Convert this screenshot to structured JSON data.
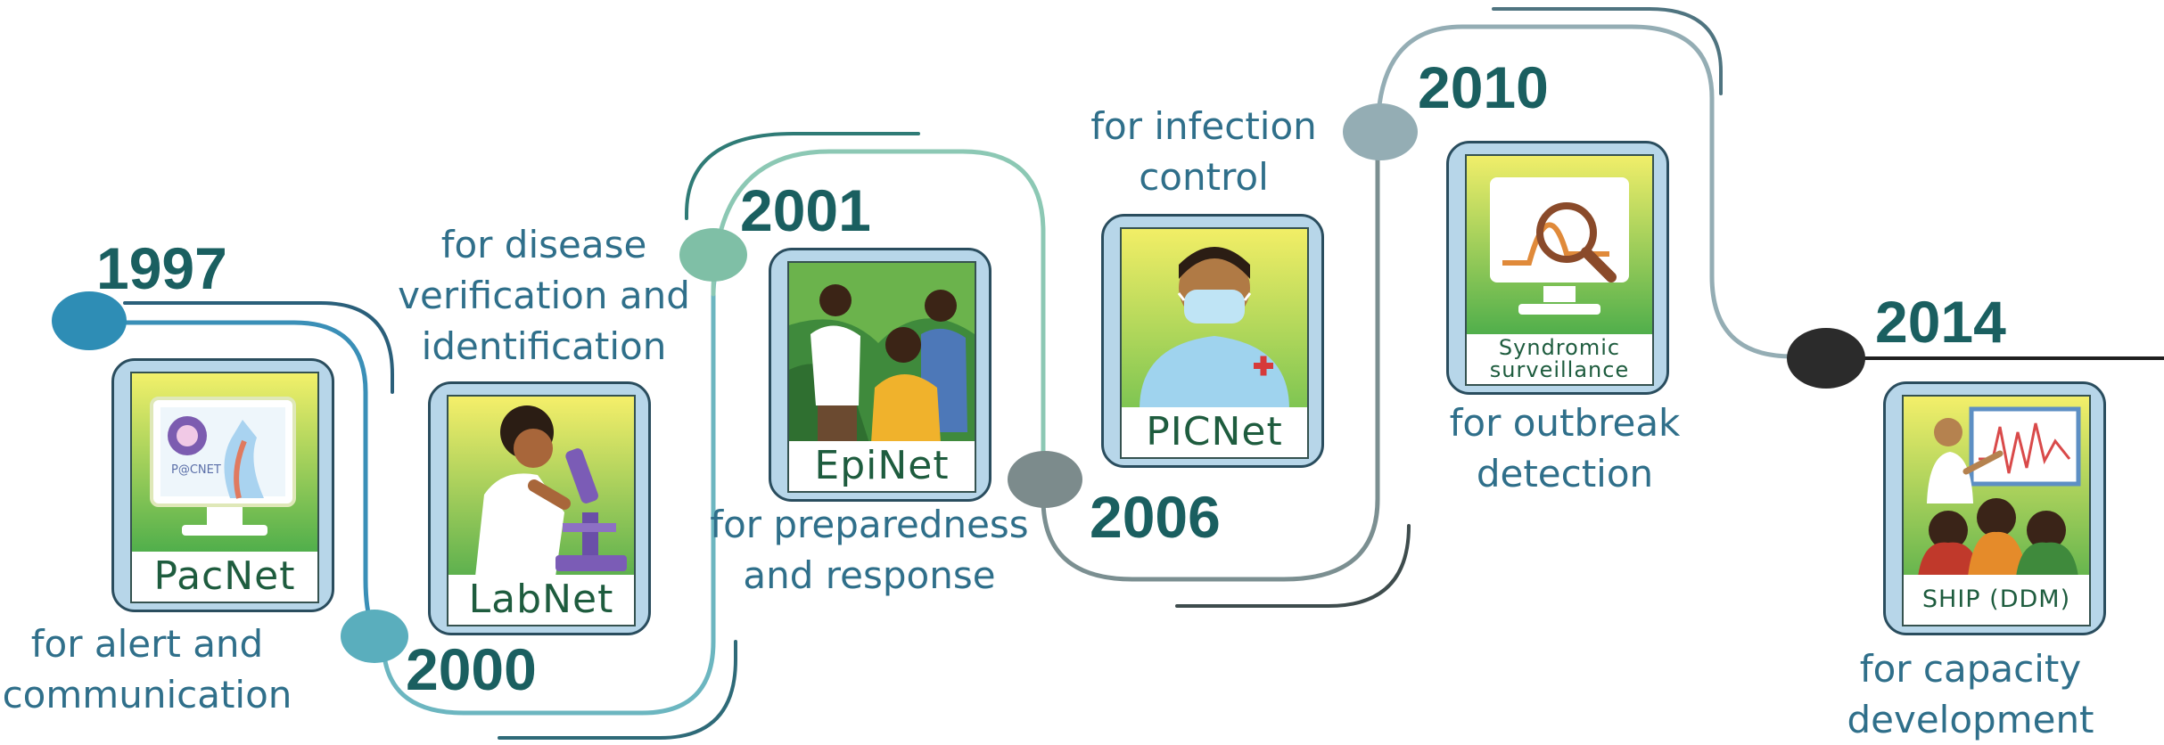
{
  "milestones": [
    {
      "year": "1997",
      "program": "PacNet",
      "caption": [
        "for alert and",
        "communication"
      ],
      "dot_color": "#2e8db5"
    },
    {
      "year": "2000",
      "program": "LabNet",
      "caption": [
        "for disease",
        "verification and",
        "identification"
      ],
      "dot_color": "#5aaebd"
    },
    {
      "year": "2001",
      "program": "EpiNet",
      "caption": [
        "for preparedness",
        "and response"
      ],
      "dot_color": "#7fbfa6"
    },
    {
      "year": "2006",
      "program": "PICNet",
      "caption": [
        "for infection",
        "control"
      ],
      "dot_color": "#7c8b8c"
    },
    {
      "year": "2010",
      "program": [
        "Syndromic",
        "surveillance"
      ],
      "caption": [
        "for outbreak",
        "detection"
      ],
      "dot_color": "#94adb4"
    },
    {
      "year": "2014",
      "program": "SHIP (DDM)",
      "caption": [
        "for capacity",
        "development"
      ],
      "dot_color": "#2b2b2b"
    }
  ],
  "icons": [
    "monitor-icon",
    "microscope-icon",
    "field-team-icon",
    "face-mask-icon",
    "magnifier-chart-icon",
    "presentation-icon"
  ]
}
